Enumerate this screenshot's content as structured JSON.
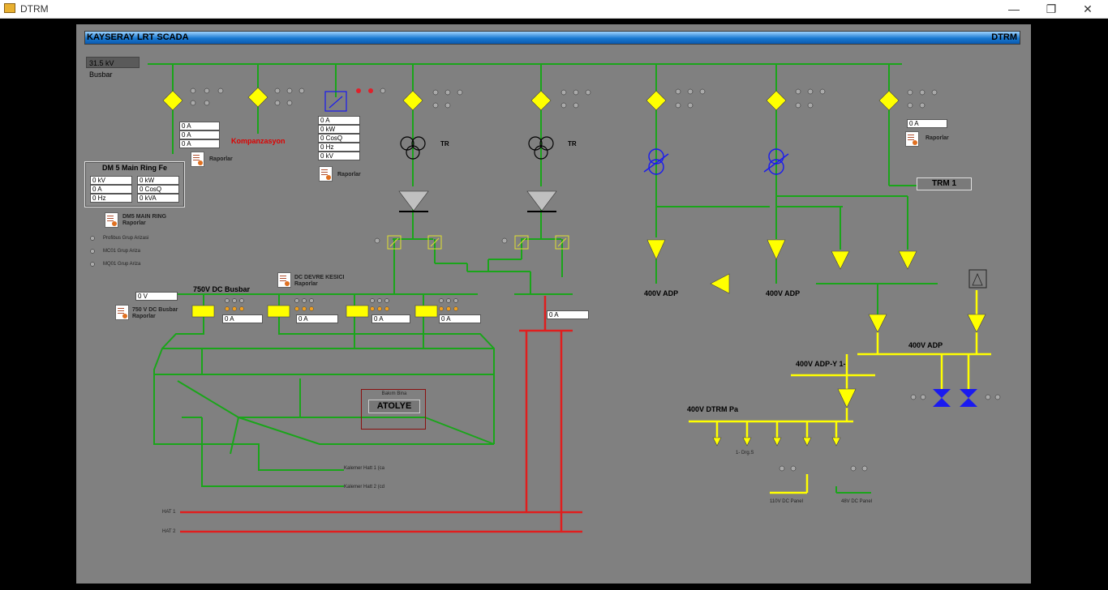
{
  "window": {
    "title": "DTRM",
    "min": "—",
    "max": "❐",
    "close": "✕"
  },
  "header": {
    "title": "KAYSERAY LRT SCADA",
    "right": "DTRM"
  },
  "busbar_label": "31.5 kV Busbar",
  "feeder1": {
    "values": [
      "0 A",
      "0 A",
      "0 A"
    ],
    "report": "Raporlar"
  },
  "kompanzasyon": "Kompanzasyon",
  "feeder3": {
    "values": [
      "0 A",
      "0 kW",
      "0 CosQ",
      "0 Hz",
      "0 kV"
    ],
    "report": "Raporlar"
  },
  "tr_label": "TR",
  "dm5": {
    "title": "DM 5 Main Ring Fe",
    "cells": [
      "0 kV",
      "0 kW",
      "0 A",
      "0 CosQ",
      "0 Hz",
      "0 kVA"
    ],
    "report": "DM5 MAIN RING Raporlar"
  },
  "status_items": [
    "Profibus Grup Arizasi",
    "MC01 Grup Ariza",
    "MQ01 Grup Ariza"
  ],
  "dc": {
    "report": "DC DEVRE KESICI Raporlar",
    "busbar": "750V DC Busbar",
    "voltage": "0 V",
    "busbar_report": "750 V DC Busbar Raporlar",
    "currents": [
      "0 A",
      "0 A",
      "0 A",
      "0 A"
    ],
    "right_current": "0 A"
  },
  "atolye": {
    "small": "Bakım Bina",
    "label": "ATOLYE"
  },
  "lines": [
    "Kalemer Hatt 1 (ca",
    "Kalemer Hatt 2 (cd"
  ],
  "hat": [
    "HAT 1",
    "HAT 2"
  ],
  "adp": {
    "adp1": "400V ADP",
    "adp2": "400V ADP",
    "adp3": "400V ADP",
    "adpy": "400V ADP-Y 1-",
    "dtrm": "400V DTRM Pa",
    "drg": "1- Drg.S",
    "panel110": "110V DC Panel",
    "panel48": "48V DC Panel"
  },
  "right": {
    "current": "0 A",
    "report": "Raporlar",
    "trm": "TRM 1"
  },
  "colors": {
    "green": "#1aa51a",
    "yellow": "#ffff00",
    "red": "#e01e1e",
    "blue": "#1a1af0",
    "bg": "#808080"
  }
}
